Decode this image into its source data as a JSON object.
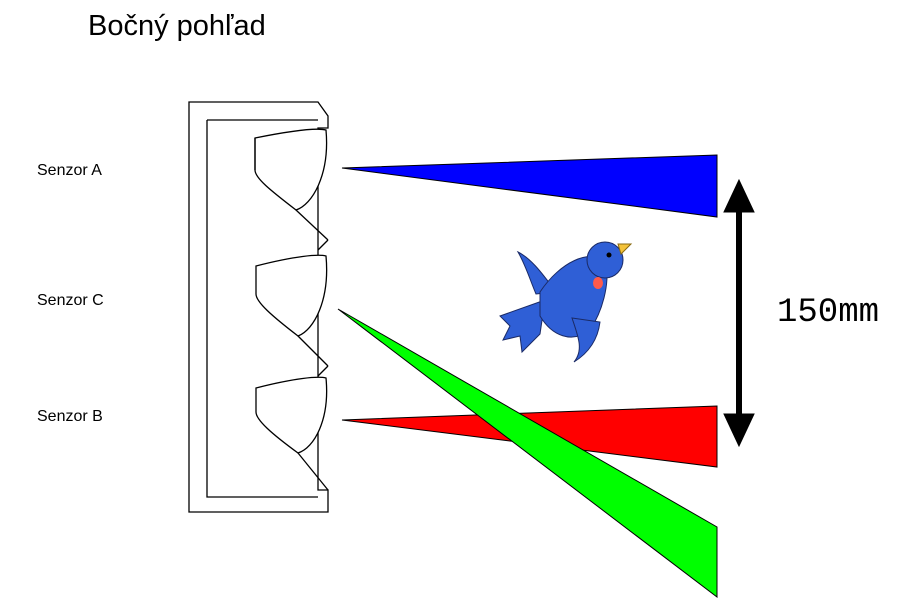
{
  "title": "Bočný pohľad",
  "sensors": [
    {
      "label": "Senzor A",
      "beam_color": "#0000ff"
    },
    {
      "label": "Senzor C",
      "beam_color": "#00ff00"
    },
    {
      "label": "Senzor B",
      "beam_color": "#ff0000"
    }
  ],
  "distance_label": "150mm",
  "colors": {
    "beam_a": "#0000ff",
    "beam_b": "#ff0000",
    "beam_c": "#00ff00",
    "bird_body": "#2f5fd6",
    "bird_beak": "#f3c23a",
    "bird_breast": "#ff5a4a",
    "outline": "#000000"
  },
  "icons": [
    "sensor-housing-icon",
    "bird-icon",
    "double-arrow-icon"
  ]
}
